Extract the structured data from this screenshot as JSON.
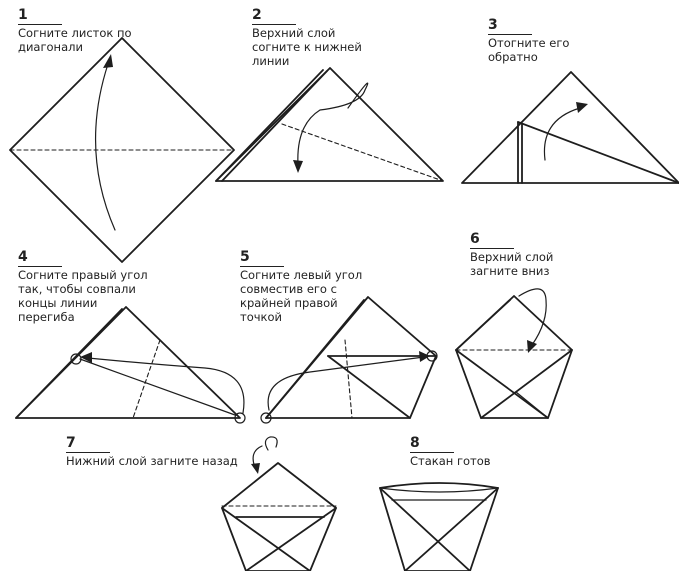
{
  "steps": [
    {
      "number": "1",
      "text": "Согните листок по\nдиагонали"
    },
    {
      "number": "2",
      "text": "Верхний слой\nсогните к нижней\nлинии"
    },
    {
      "number": "3",
      "text": "Отогните его\nобратно"
    },
    {
      "number": "4",
      "text": "Согните правый угол\nтак, чтобы совпали\nконцы линии\nперегиба"
    },
    {
      "number": "5",
      "text": "Согните левый угол\nсовместив его с\nкрайней правой\nточкой"
    },
    {
      "number": "6",
      "text": "Верхний слой\nзагните вниз"
    },
    {
      "number": "7",
      "text": "Нижний слой загните назад"
    },
    {
      "number": "8",
      "text": "Стакан готов"
    }
  ]
}
